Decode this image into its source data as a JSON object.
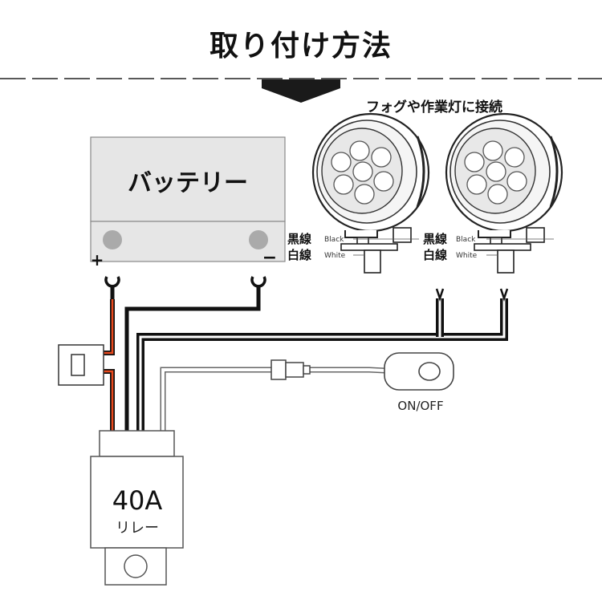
{
  "title": "取り付け方法",
  "battery": {
    "label": "バッテリー",
    "plus": "+",
    "minus": "−"
  },
  "lights": {
    "caption": "フォグや作業灯に接続",
    "left": {
      "black_jp": "黒線",
      "black_en": "Black",
      "white_jp": "白線",
      "white_en": "White"
    },
    "right": {
      "black_jp": "黒線",
      "black_en": "Black",
      "white_jp": "白線",
      "white_en": "White"
    }
  },
  "switch": {
    "label": "ON/OFF"
  },
  "relay": {
    "rating": "40A",
    "name": "リレー"
  },
  "colors": {
    "wire_black": "#111111",
    "wire_red": "#e8491c",
    "battery_fill": "#e6e6e6"
  }
}
